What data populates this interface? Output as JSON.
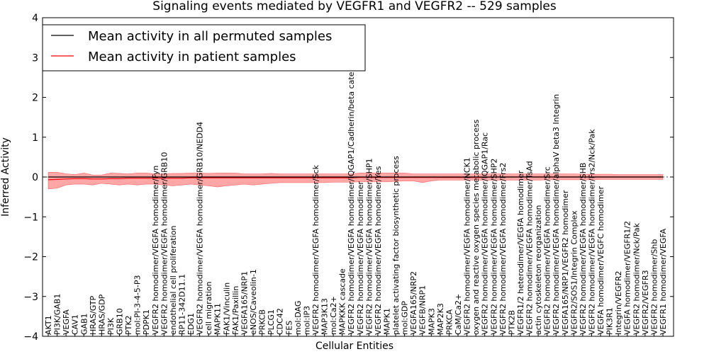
{
  "chart_data": {
    "type": "line",
    "title": "Signaling events mediated by VEGFR1 and VEGFR2 -- 529 samples",
    "xlabel": "Cellular Entities",
    "ylabel": "Inferred Activity",
    "ylim": [
      -4,
      4
    ],
    "yticks": [
      4,
      3,
      2,
      1,
      0,
      -1,
      -2,
      -3,
      -4
    ],
    "ytick_labels": [
      "4",
      "3",
      "2",
      "1",
      "0",
      "−1",
      "−2",
      "−3",
      "−4"
    ],
    "grid": false,
    "legend_position": "top-left",
    "series": [
      {
        "name": "Mean activity in all permuted samples",
        "color": "#000000"
      },
      {
        "name": "Mean activity in patient samples",
        "color": "#ff0000"
      }
    ],
    "band_color": "#ff0000",
    "permuted_mean": 0.0,
    "x": [
      "AKT1",
      "PI3K/GAB1",
      "VEGFA",
      "CAV1",
      "GAB1",
      "HRAS/GTP",
      "HRAS/GDP",
      "PI3K",
      "GRB10",
      "PTK2",
      "mol:PI-3-4-5-P3",
      "PDPK1",
      "VEGFR2 homodimer/VEGFA homodimer/Fyn",
      "VEGFR2 homodimer/VEGFA homodimer/GRB10",
      "endothelial cell proliferation",
      "RP11-342D11.1",
      "EDG1",
      "VEGFR2 homodimer/VEGFA homodimer/GRB10/NEDD4",
      "cell migration",
      "MAPK11",
      "FAK1/Vinculin",
      "FAK1/Paxillin",
      "VEGFA165/NRP1",
      "eNOS/Caveolin-1",
      "PRKCB",
      "PLCG1",
      "CDC42",
      "FES",
      "mol:DAG",
      "mol:IP3",
      "VEGFR2 homodimer/VEGFA homodimer/Sck",
      "MAP3K13",
      "mol:Ca2+",
      "MAPKKK cascade",
      "VEGFR2 homodimer/VEGFA homodimer/IQGAP1/Cadherin/beta catenin",
      "VEGFR2 homodimer/VEGFA homodimer",
      "VEGFR2 homodimer/VEGFA homodimer/SHP1",
      "VEGFR2 homodimer/VEGFA homodimer/Yes",
      "MAPK1",
      "platelet activating factor biosynthetic process",
      "mol:GDP",
      "VEGFA165/NRP2",
      "VEGFB/NRP1",
      "MAPK3",
      "MAP2K3",
      "PRKCA",
      "CaM/Ca2+",
      "VEGFR2 homodimer/VEGFA homodimer/NCK1",
      "oxygen and reactive oxygen species metabolic process",
      "VEGFR2 homodimer/VEGFA homodimer/IQGAP1/Rac",
      "VEGFR2 homodimer/VEGFA homodimer/SHP2",
      "VEGFR2 homodimer/VEGFA homodimer/Frs2",
      "PTK2B",
      "VEGFR1/2 heterodimer/VEGFA homodimer",
      "VEGFR2 homodimer/VEGFA homodimer/TsAd",
      "actin cytoskeleton reorganization",
      "VEGFR2 homodimer/VEGFA homodimer/Src",
      "VEGFR2 homodimer/VEGFA homodimer/alphaV beta3 Integrin",
      "VEGFA165/NRP1/VEGFR2 homodimer",
      "VEGFR2/SOS1/Integrin Complex",
      "VEGFR2 homodimer/VEGFA homodimer/SHB",
      "VEGFR2 homodimer/VEGFA homodimer/Frs2/Nck/Pak",
      "VEGFA homodimer/VEGFC homodimer",
      "PIK3R1",
      "Integrin/VEGFR2",
      "VEGFA homodimer/VEGFR1/2",
      "VEGFR2 homodimer/Nck/Pak",
      "VEGFR2/VEGFR3",
      "VEGFR2 homodimer/Shb",
      "VEGFR1 homodimer/VEGFA"
    ],
    "patient_mean": [
      -0.07,
      -0.06,
      -0.05,
      -0.04,
      -0.04,
      -0.05,
      -0.05,
      -0.04,
      -0.04,
      -0.03,
      -0.03,
      -0.03,
      -0.03,
      -0.03,
      -0.03,
      -0.03,
      -0.02,
      -0.02,
      -0.02,
      -0.02,
      -0.02,
      -0.02,
      -0.02,
      -0.02,
      -0.02,
      -0.02,
      -0.02,
      -0.02,
      -0.02,
      -0.02,
      -0.02,
      -0.02,
      -0.02,
      -0.02,
      -0.02,
      -0.01,
      -0.01,
      -0.01,
      -0.01,
      -0.01,
      -0.01,
      -0.01,
      -0.01,
      -0.01,
      -0.01,
      -0.01,
      -0.01,
      -0.01,
      -0.01,
      -0.01,
      0.0,
      0.0,
      0.0,
      0.0,
      0.0,
      0.0,
      0.0,
      0.0,
      0.0,
      0.0,
      0.0,
      0.0,
      0.0,
      0.0,
      0.0,
      0.0,
      0.0,
      0.0,
      0.0,
      0.0
    ],
    "band_upper": [
      0.12,
      0.12,
      0.08,
      0.06,
      0.1,
      0.05,
      0.05,
      0.1,
      0.09,
      0.08,
      0.1,
      0.1,
      0.08,
      0.08,
      0.09,
      0.09,
      0.1,
      0.1,
      0.09,
      0.1,
      0.1,
      0.1,
      0.08,
      0.08,
      0.08,
      0.09,
      0.08,
      0.08,
      0.08,
      0.08,
      0.08,
      0.08,
      0.08,
      0.08,
      0.08,
      0.1,
      0.1,
      0.1,
      0.1,
      0.1,
      0.1,
      0.08,
      0.08,
      0.08,
      0.08,
      0.08,
      0.08,
      0.08,
      0.08,
      0.08,
      0.08,
      0.08,
      0.08,
      0.08,
      0.08,
      0.08,
      0.08,
      0.08,
      0.08,
      0.08,
      0.07,
      0.07,
      0.07,
      0.07,
      0.06,
      0.06,
      0.06,
      0.06,
      0.06,
      0.06
    ],
    "band_lower": [
      -0.3,
      -0.28,
      -0.2,
      -0.18,
      -0.18,
      -0.2,
      -0.16,
      -0.18,
      -0.2,
      -0.18,
      -0.2,
      -0.18,
      -0.18,
      -0.2,
      -0.22,
      -0.2,
      -0.18,
      -0.2,
      -0.22,
      -0.25,
      -0.22,
      -0.2,
      -0.18,
      -0.2,
      -0.18,
      -0.16,
      -0.14,
      -0.14,
      -0.14,
      -0.14,
      -0.14,
      -0.14,
      -0.13,
      -0.13,
      -0.13,
      -0.12,
      -0.12,
      -0.12,
      -0.12,
      -0.11,
      -0.1,
      -0.1,
      -0.14,
      -0.1,
      -0.08,
      -0.08,
      -0.08,
      -0.08,
      -0.08,
      -0.08,
      -0.08,
      -0.08,
      -0.08,
      -0.08,
      -0.08,
      -0.08,
      -0.07,
      -0.07,
      -0.07,
      -0.07,
      -0.07,
      -0.07,
      -0.06,
      -0.06,
      -0.06,
      -0.06,
      -0.06,
      -0.06,
      -0.06,
      -0.06
    ]
  }
}
